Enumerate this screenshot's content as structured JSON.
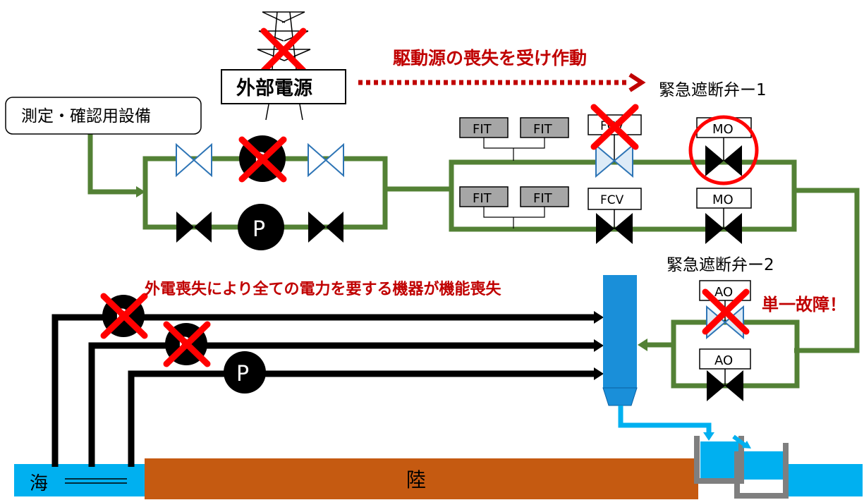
{
  "labels": {
    "external_power": "外部電源",
    "measurement_equipment": "測定・確認用設備",
    "drive_loss_note": "駆動源の喪失を受け作動",
    "emergency_valve_1": "緊急遮断弁ー1",
    "emergency_valve_2": "緊急遮断弁ー2",
    "power_loss_note": "外電喪失により全ての電力を要する機器が機能喪失",
    "single_failure": "単一故障！",
    "sea": "海",
    "land": "陸"
  },
  "instruments": {
    "fit": "FIT",
    "fcv": "FCV",
    "mo": "MO",
    "ao": "AO",
    "pump": "P"
  },
  "colors": {
    "pipe_green": "#538135",
    "line_black": "#000000",
    "cross_red": "#ff0000",
    "text_red": "#c00000",
    "water_blue": "#00b0f0",
    "tank_blue": "#1a8fd9",
    "land_brown": "#c55a11",
    "fit_gray": "#a6a6a6",
    "valve_blue": "#2e75b6"
  }
}
